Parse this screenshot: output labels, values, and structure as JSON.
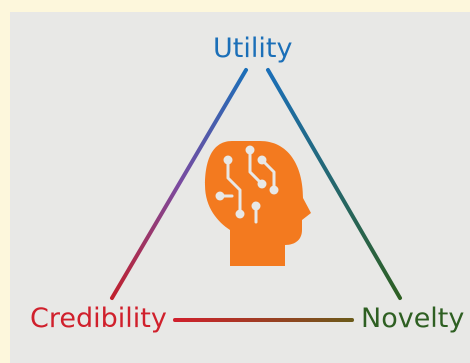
{
  "nodes": {
    "top": {
      "label": "Utility",
      "color": "#1b6fb8"
    },
    "left": {
      "label": "Credibility",
      "color": "#d0202c"
    },
    "right": {
      "label": "Novelty",
      "color": "#2e5f22"
    }
  },
  "center_icon": {
    "name": "ai-brain-head-icon",
    "color": "#f37a1f"
  },
  "colors": {
    "page_background": "#fdf7dc",
    "panel_background": "#e8e8e6"
  }
}
